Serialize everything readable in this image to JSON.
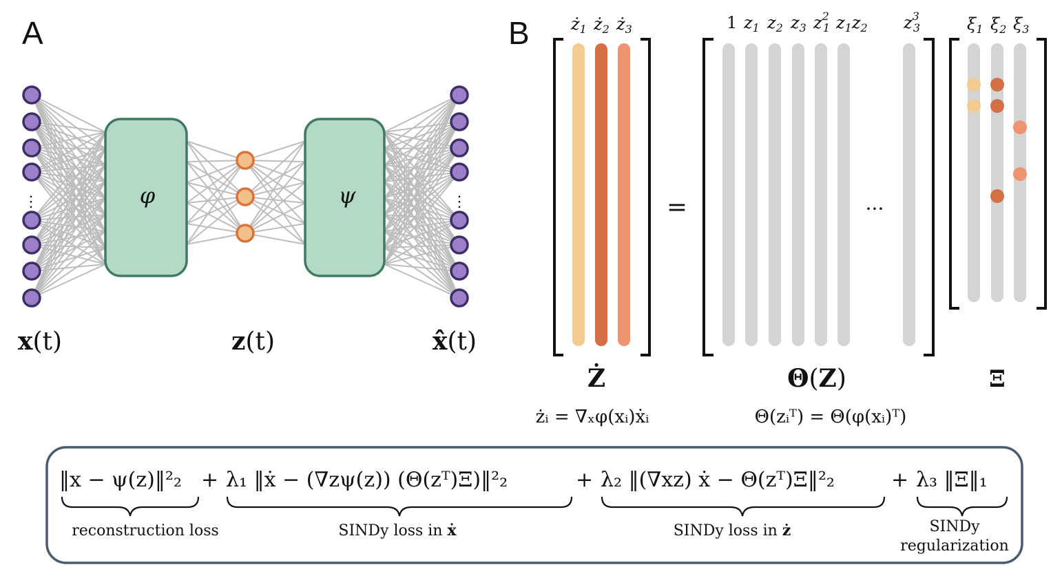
{
  "panels": {
    "a": "A",
    "b": "B"
  },
  "colors": {
    "input_node": "#9b80c9",
    "input_node_stroke": "#3d2f63",
    "latent_node": "#f3c08a",
    "latent_node_stroke": "#d9733c",
    "box_fill": "#b4d9c4",
    "box_stroke": "#3f7a64",
    "edge": "#bdbdbd",
    "z1": "#f2cb93",
    "z2": "#d46f45",
    "z3": "#ef9470",
    "library_bar": "#d4d4d4",
    "loss_box_stroke": "#4a5b6e"
  },
  "network": {
    "encoder_label": "φ",
    "decoder_label": "ψ",
    "input_dots": "⋮",
    "output_dots": "⋮",
    "x_label": "x",
    "z_label": "z",
    "xhat_label": "x̂",
    "time_arg": "(t)"
  },
  "panel_b": {
    "zdot_headers": [
      "ż",
      "ż",
      "ż"
    ],
    "zdot_subs": [
      "1",
      "2",
      "3"
    ],
    "theta_headers": {
      "one": "1",
      "z1": "z",
      "z1s": "1",
      "z2": "z",
      "z2s": "2",
      "z3": "z",
      "z3s": "3",
      "z1sq": "z",
      "z1sq_sup": "2",
      "z1sq_sub": "1",
      "z1z2_a": "z",
      "z1z2_as": "1",
      "z1z2_b": "z",
      "z1z2_bs": "2",
      "z3cube": "z",
      "z3cube_sup": "3",
      "z3cube_sub": "3"
    },
    "xi_headers": [
      "ξ",
      "ξ",
      "ξ"
    ],
    "xi_subs": [
      "1",
      "2",
      "3"
    ],
    "equals": "=",
    "ellipsis": "···",
    "zdot_name": "Ż",
    "theta_name_a": "Θ",
    "theta_name_b": "(",
    "theta_name_c": "Z",
    "theta_name_d": ")",
    "xi_name": "Ξ",
    "zdot_eq": "żᵢ = ∇ₓφ(xᵢ)ẋᵢ",
    "theta_eq": "Θ(zᵢᵀ) = Θ(φ(xᵢ)ᵀ)"
  },
  "loss": {
    "term1": "‖x − ψ(z)‖²₂",
    "plus": "+",
    "term2": "λ₁ ‖ẋ − (∇zψ(z)) (Θ(zᵀ)Ξ)‖²₂",
    "term3": "λ₂ ‖(∇xz) ẋ − Θ(zᵀ)Ξ‖²₂",
    "term4": "λ₃ ‖Ξ‖₁",
    "label1": "reconstruction loss",
    "label2_a": "SINDy loss in ",
    "label2_b": "ẋ",
    "label3_a": "SINDy loss in ",
    "label3_b": "ż",
    "label4_a": "SINDy",
    "label4_b": "regularization"
  }
}
